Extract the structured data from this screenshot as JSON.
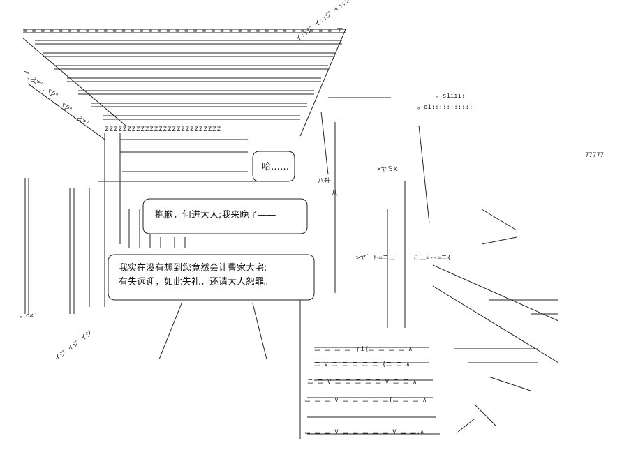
{
  "dialogue": {
    "line1": "哈……",
    "line2": "抱歉，何进大人;我来晚了——",
    "line3": "我实在没有想到您竟然会让曹家大宅;",
    "line4": "有失远迎，如此失礼，还请大人恕罪。"
  },
  "art_text": {
    "sfx_right_top": "。s1iii:",
    "sfx_right_2": "。o1:::::::::::",
    "sfx_count": "77777",
    "sfx_left_1": "s。",
    "sfx_left_2": "`弌s。",
    "sfx_left_3": "`弌s。",
    "sfx_left_4": "`弌s。",
    "sfx_left_5": "`弌s。",
    "sfx_bottom_left": "。o≠´",
    "zline": "ZZZZZZZZZZZZZZZZZZZZZZZZZZ",
    "eq_row": "= = = = = = = = = = = = = = = = = = = = = = = = = = = = = = = = = = = ア",
    "jp_diag_1": "イ::ジ イ::ジ イ::ジ",
    "jp_diag_2": "イジ イジ イジ",
    "jp_small_1": "×ヤミk",
    "jp_small_2": ">ヤ゛ト=ニ三",
    "jp_small_3": "こ三=--=ニ{",
    "jp_small_4": "八升",
    "jp_small_5": "从",
    "bottom_rows": [
      "ニ ニ ニ ニ ィi{ニ ニ ニ ニ ∧",
      "ニ V ニ ニ ニ ニ ニ {ニ ニ.∧",
      "ニ ニ V ニ ニ ニ ニ ニ V ニ ニ ∧",
      "ニ ニ ニ V ニ ニ ニ ニ ニ{ニ ニ ニ ∧",
      "ニ ニ ニ V ニ ニ ニ ニ ニ V ニ ニ.∧"
    ]
  }
}
